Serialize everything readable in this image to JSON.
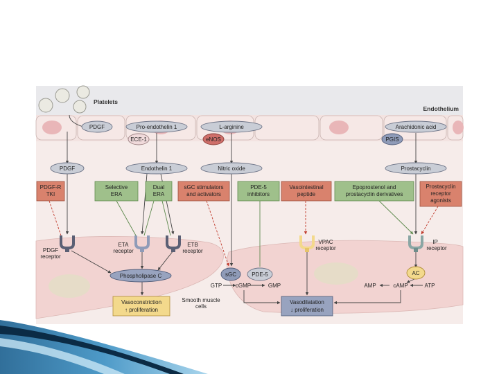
{
  "sections": {
    "platelets": "Platelets",
    "endothelium": "Endothelium",
    "smooth_muscle": [
      "Smooth muscle",
      "cells"
    ]
  },
  "precursors": {
    "pdgf": "PDGF",
    "pro_endothelin": "Pro-endothelin 1",
    "l_arginine": "L-arginine",
    "arachidonic_acid": "Arachidonic acid"
  },
  "enzymes": {
    "ece1": "ECE-1",
    "enos": "eNOS",
    "pgis": "PGIS"
  },
  "mediators": {
    "pdgf": "PDGF",
    "endothelin": "Endothelin 1",
    "nitric_oxide": "Nitric oxide",
    "prostacyclin": "Prostacyclin"
  },
  "drugs": {
    "pdgfr_tki": [
      "PDGF-R",
      "TKI"
    ],
    "selective_era": [
      "Selective",
      "ERA"
    ],
    "dual_era": [
      "Dual",
      "ERA"
    ],
    "sgc_stim": [
      "sGC stimulators",
      "and activators"
    ],
    "pde5_inh": [
      "PDE-5",
      "inhibitors"
    ],
    "vip": [
      "Vasointestinal",
      "peptide"
    ],
    "epoprostenol": [
      "Epoprostenol and",
      "prostacyclin derivatives"
    ],
    "prost_agonists": [
      "Prostacyclin",
      "receptor",
      "agonists"
    ]
  },
  "receptors": {
    "pdgf_r": [
      "PDGF",
      "receptor"
    ],
    "eta": [
      "ETA",
      "receptor"
    ],
    "etb": [
      "ETB",
      "receptor"
    ],
    "vpac": [
      "VPAC",
      "receptor"
    ],
    "ip": [
      "IP",
      "receptor"
    ]
  },
  "intracellular": {
    "plc": "Phospholipase C",
    "sgc": "sGC",
    "pde5": "PDE-5",
    "ac": "AC",
    "gtp": "GTP",
    "cgmp": "cGMP",
    "gmp": "GMP",
    "amp": "AMP",
    "camp": "cAMP",
    "atp": "ATP"
  },
  "outcomes": {
    "vasoconstriction": [
      "Vasoconstriction",
      "↑ proliferation"
    ],
    "vasodilatation": [
      "Vasodilatation",
      "↓ proliferation"
    ]
  },
  "colors": {
    "drug_red": "#d9826d",
    "drug_green": "#9fc08b",
    "node_grey": "#c9cdd6",
    "node_blue": "#8f9bb8",
    "enzyme_red": "#cf6f6a",
    "outcome_yellow": "#f3d98c",
    "outcome_blue": "#98a3bf",
    "cell_pink": "#f2d9d6",
    "endothelium_bg": "#f3e4e2",
    "header_grey": "#e8e8ea"
  }
}
